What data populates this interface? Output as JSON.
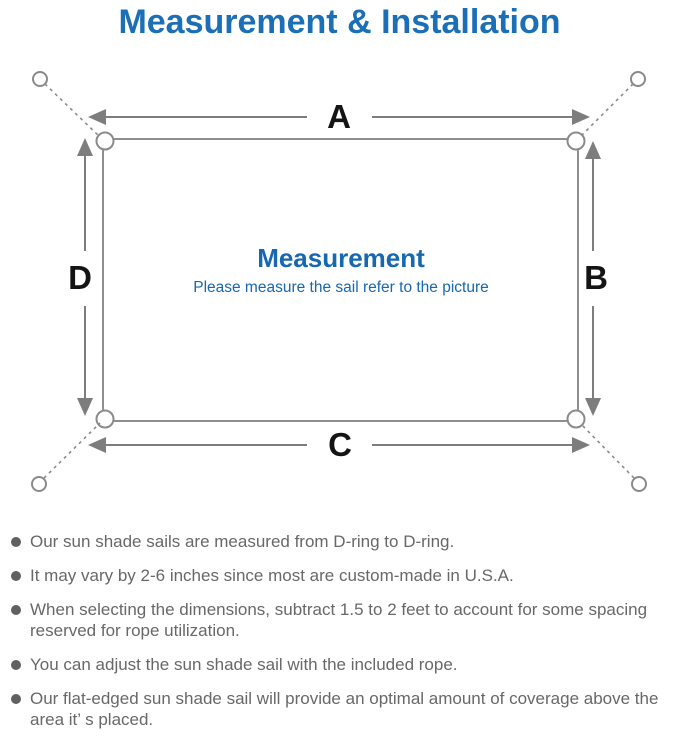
{
  "page": {
    "title": "Measurement & Installation"
  },
  "theme": {
    "accent_blue": "#1B6FB6",
    "diagram_line_gray": "#8A8A8A",
    "arrow_gray": "#7D7D7D",
    "note_text_gray": "#686868",
    "dim_label_black": "#141414"
  },
  "diagram": {
    "labels": {
      "top": "A",
      "right": "B",
      "bottom": "C",
      "left": "D"
    },
    "center_title": "Measurement",
    "center_subtitle": "Please measure the sail refer to the picture"
  },
  "notes": {
    "items": [
      "Our sun shade sails are measured from D-ring to D-ring.",
      "It may vary by 2-6 inches since most are custom-made in U.S.A.",
      "When selecting the dimensions, subtract 1.5 to 2 feet to account for some spacing reserved for rope utilization.",
      "You can adjust the sun shade sail with the included rope.",
      "Our flat-edged sun shade sail will provide an optimal amount of coverage above the area it’ s placed."
    ]
  }
}
